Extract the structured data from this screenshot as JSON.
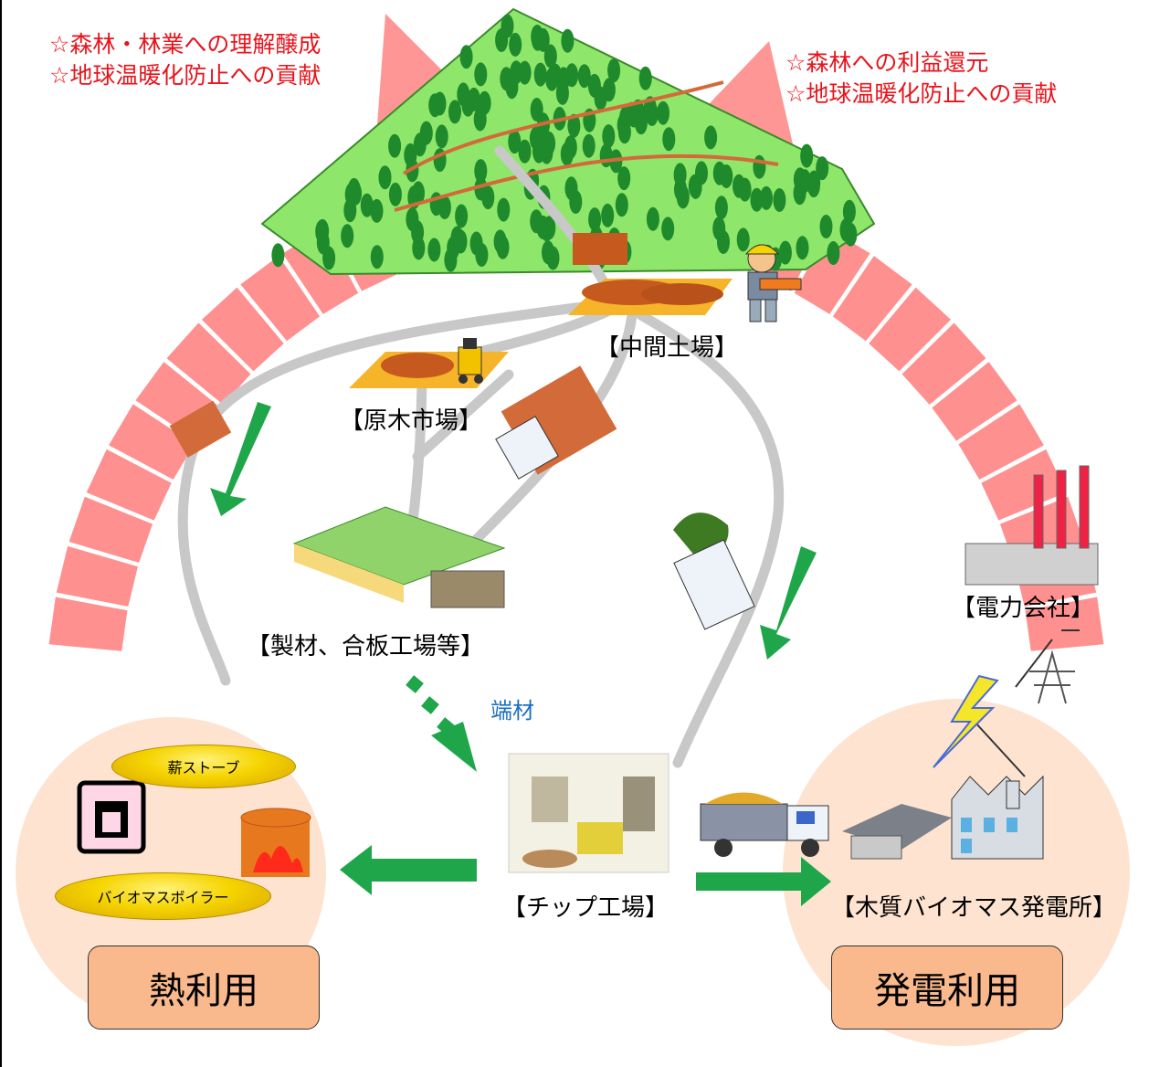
{
  "benefits_left": [
    "☆森林・林業への理解醸成",
    "☆地球温暖化防止への貢献"
  ],
  "benefits_right": [
    "☆森林への利益還元",
    "☆地球温暖化防止への貢献"
  ],
  "nodes": {
    "intermediate_yard": "【中間土場】",
    "log_market": "【原木市場】",
    "sawmill": "【製材、合板工場等】",
    "offcuts": "端材",
    "chip_factory": "【チップ工場】",
    "power_company": "【電力会社】",
    "biomass_plant": "【木質バイオマス発電所】"
  },
  "heat": {
    "wood_stove": "薪ストーブ",
    "biomass_boiler": "バイオマスボイラー",
    "label": "熱利用"
  },
  "power": {
    "label": "発電利用"
  },
  "colors": {
    "arc": "#ff7c7c",
    "arrow": "#1fa64a",
    "road": "#c8c8c8",
    "forest": "#8ee66a",
    "tree": "#1e8a2c",
    "circle": "#fde3d0"
  }
}
